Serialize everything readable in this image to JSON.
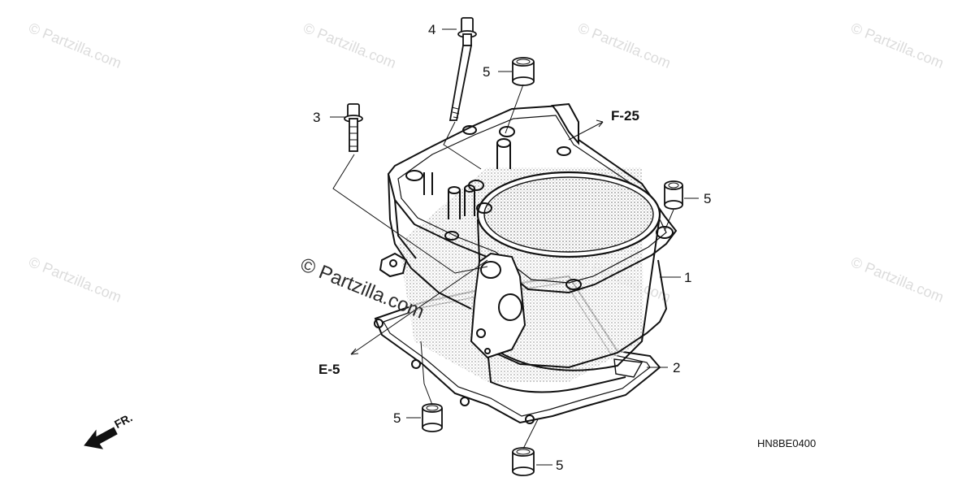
{
  "watermark": {
    "text": "© Partzilla.com"
  },
  "callouts": {
    "c1": "1",
    "c2": "2",
    "c3": "3",
    "c4": "4",
    "c5_top": "5",
    "c5_right": "5",
    "c5_bottom_left": "5",
    "c5_bottom": "5"
  },
  "references": {
    "f25": "F-25",
    "e5": "E-5"
  },
  "diagram_code": "HN8BE0400",
  "direction": {
    "label": "FR."
  }
}
